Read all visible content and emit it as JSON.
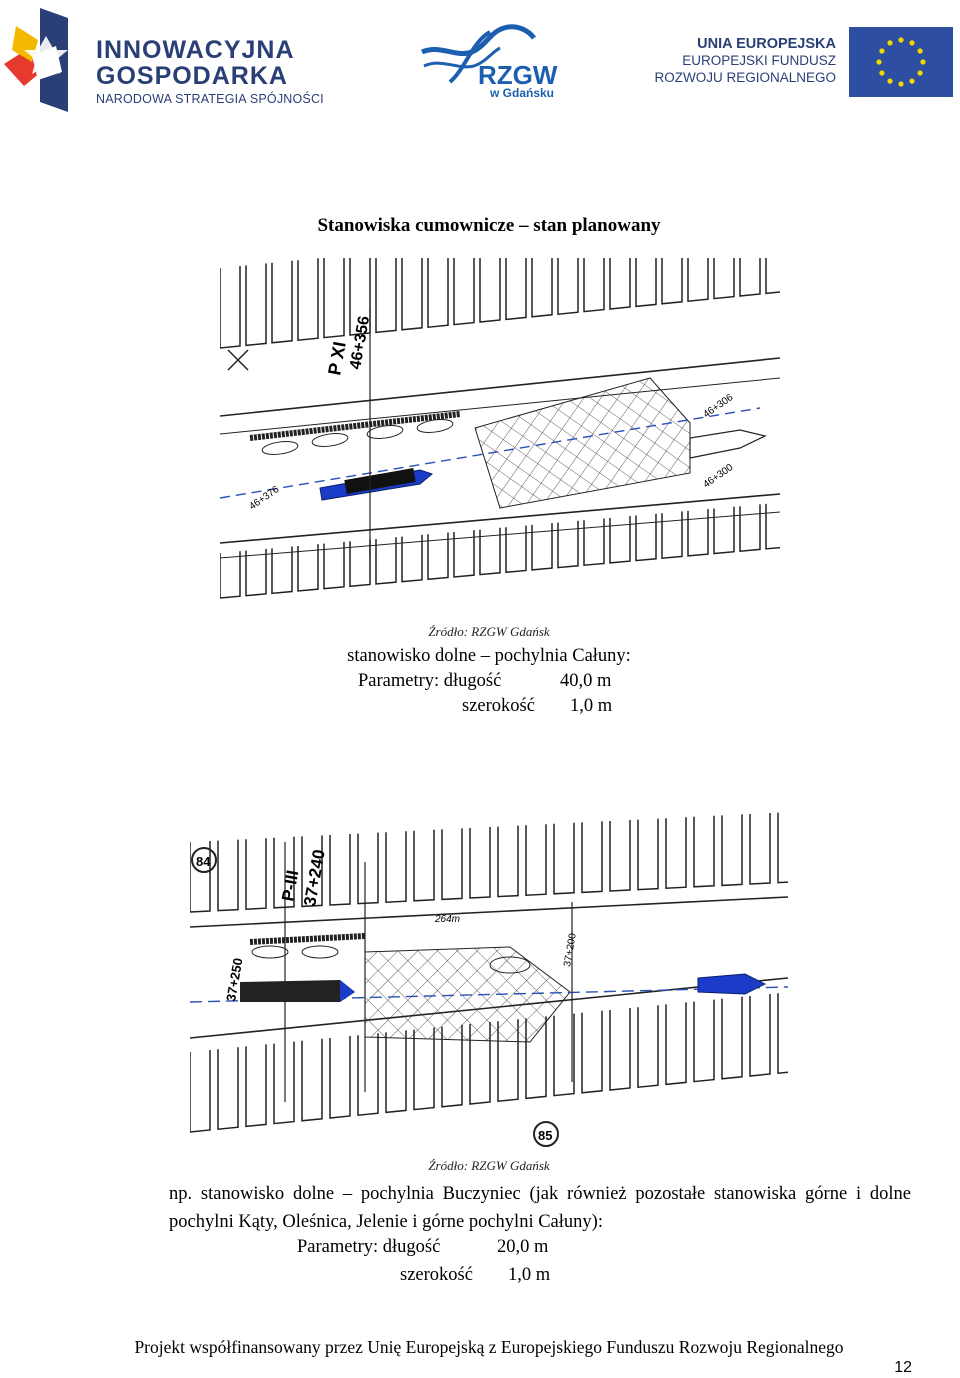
{
  "header": {
    "logo_left": {
      "line1": "INNOWACYJNA",
      "line2": "GOSPODARKA",
      "line3": "NARODOWA STRATEGIA SPÓJNOŚCI"
    },
    "logo_center": {
      "name": "RZGW",
      "sub": "w Gdańsku"
    },
    "logo_right": {
      "line1": "UNIA EUROPEJSKA",
      "line2": "EUROPEJSKI FUNDUSZ",
      "line3": "ROZWOJU REGIONALNEGO"
    }
  },
  "title": "Stanowiska cumownicze – stan planowany",
  "figure1": {
    "source": "Źródło: RZGW Gdańsk",
    "labels": [
      "P XI",
      "46+356",
      "46+376",
      "46+306",
      "46+300"
    ],
    "caption": "stanowisko dolne – pochylnia Całuny:",
    "params_label": "Parametry: długość",
    "length": "40,0 m",
    "width_label": "szerokość",
    "width": "1,0 m"
  },
  "figure2": {
    "source": "Źródło: RZGW Gdańsk",
    "labels": [
      "84",
      "P-III",
      "37+240",
      "37+250",
      "37+200",
      "85",
      "264m"
    ],
    "paragraph": "np. stanowisko dolne – pochylnia Buczyniec (jak również pozostałe stanowiska górne i dolne pochylni Kąty, Oleśnica, Jelenie i górne pochylni Całuny):",
    "params_label": "Parametry: długość",
    "length": "20,0 m",
    "width_label": "szerokość",
    "width": "1,0 m"
  },
  "footer": "Projekt współfinansowany przez Unię Europejską z Europejskiego Funduszu Rozwoju Regionalnego",
  "page_number": "12",
  "colors": {
    "logo_navy": "#2b3f77",
    "eu_flag": "#2e4fa1",
    "eu_star": "#f5d800",
    "boat_blue": "#1a3cc8"
  }
}
